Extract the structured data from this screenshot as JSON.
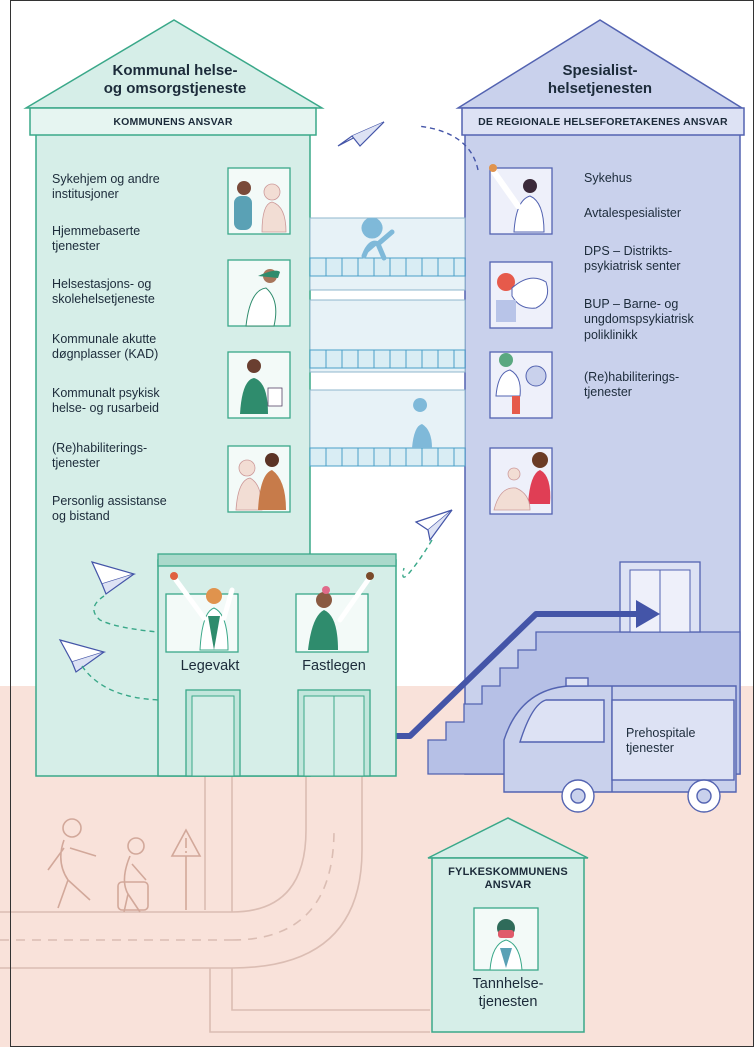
{
  "municipal": {
    "title": "Kommunal helse-\nog omsorgstjeneste",
    "band": "KOMMUNENS ANSVAR",
    "items": [
      "Sykehjem og andre\ninstitusjoner",
      "Hjemmebaserte\ntjenester",
      "Helsestasjons- og\nskolehelsetjeneste",
      "Kommunale akutte\ndøgnplasser (KAD)",
      "Kommunalt psykisk\nhelse- og rusarbeid",
      "(Re)habiliterings-\ntjenester",
      "Personlig assistanse\nog bistand"
    ]
  },
  "specialist": {
    "title": "Spesialist-\nhelsetjenesten",
    "band": "DE REGIONALE HELSEFORETAKENES ANSVAR",
    "items": [
      "Sykehus",
      "Avtalespesialister",
      "DPS – Distrikts-\npsykiatrisk senter",
      "BUP – Barne- og\nungdomspsykiatrisk\npoliklinikk",
      "(Re)habiliterings-\ntjenester"
    ]
  },
  "front_building": {
    "legevakt": "Legevakt",
    "fastlegen": "Fastlegen"
  },
  "ambulance": {
    "label": "Prehospitale\ntjenester"
  },
  "county": {
    "band": "FYLKESKOMMUNENS\nANSVAR",
    "label": "Tannhelse-\ntjenesten"
  },
  "colors": {
    "municipal_fill": "#d6eee8",
    "municipal_stroke": "#3aa889",
    "specialist_fill": "#c9d1ec",
    "specialist_stroke": "#5363b1",
    "ground": "#f9e2da",
    "road_line": "#dbbdb3",
    "arrow": "#4455a8"
  }
}
